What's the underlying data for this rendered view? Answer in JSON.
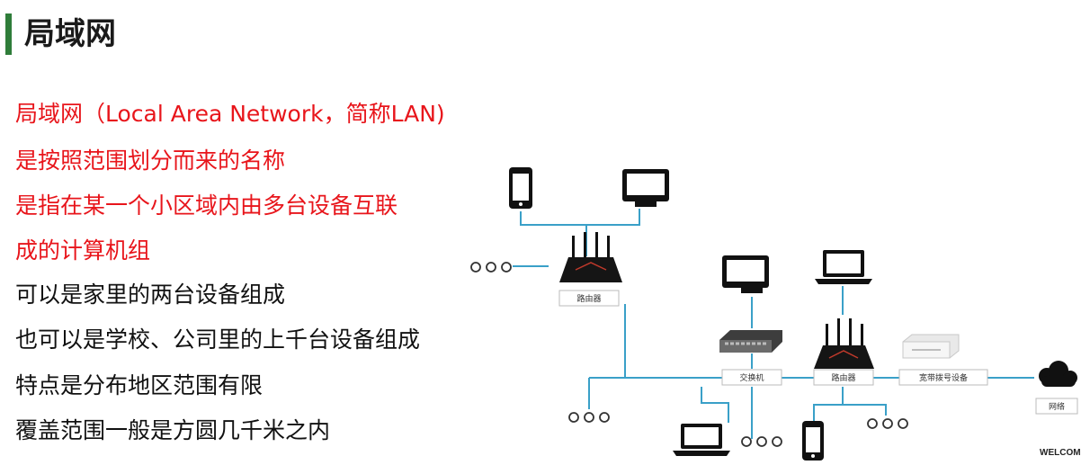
{
  "header": {
    "title": "局域网"
  },
  "description_lines": [
    {
      "text": "局域网（Local Area Network，简称LAN)",
      "color": "#e8151b"
    },
    {
      "text": "是按照范围划分而来的名称",
      "color": "#e8151b"
    },
    {
      "text": "是指在某一个小区域内由多台设备互联",
      "color": "#e8151b"
    },
    {
      "text": "成的计算机组",
      "color": "#e8151b"
    },
    {
      "text": "可以是家里的两台设备组成",
      "color": "#111111"
    },
    {
      "text": "也可以是学校、公司里的上千台设备组成",
      "color": "#111111"
    },
    {
      "text": "特点是分布地区范围有限",
      "color": "#111111"
    },
    {
      "text": "覆盖范围一般是方圆几千米之内",
      "color": "#111111"
    }
  ],
  "diagram": {
    "router_top_label": "路由器",
    "switch_label": "交换机",
    "router_main_label": "路由器",
    "modem_label": "宽带拨号设备",
    "internet_label": "网络",
    "line_color": "#3aa0c8"
  },
  "footer": {
    "watermark": "WELCOME"
  }
}
